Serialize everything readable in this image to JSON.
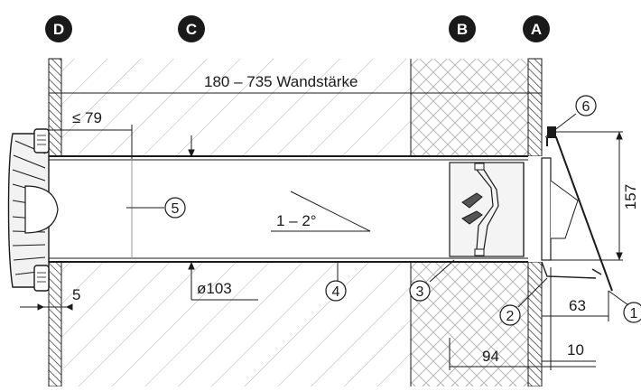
{
  "wall_layers": {
    "d": "D",
    "c": "C",
    "b": "B",
    "a": "A"
  },
  "dimensions": {
    "wall_thickness": "180 – 735 Wandstärke",
    "inner_protrusion": "≤ 79",
    "inner_plaster": "5",
    "pipe_diameter": "ø103",
    "slope": "1 – 2°",
    "hood_height": "157",
    "hood_depth": "63",
    "outer_insulation": "94",
    "outer_plaster": "10"
  },
  "callouts": {
    "c1": "1",
    "c2": "2",
    "c3": "3",
    "c4": "4",
    "c5": "5",
    "c6": "6"
  },
  "colors": {
    "line": "#1a1a1a",
    "badge": "#1a1a1a",
    "hatch_masonry": "#b8b8b8",
    "hatch_insulation": "#b8b8b8",
    "pipe_fill": "#ffffff",
    "device_fill": "#eeeeee"
  }
}
